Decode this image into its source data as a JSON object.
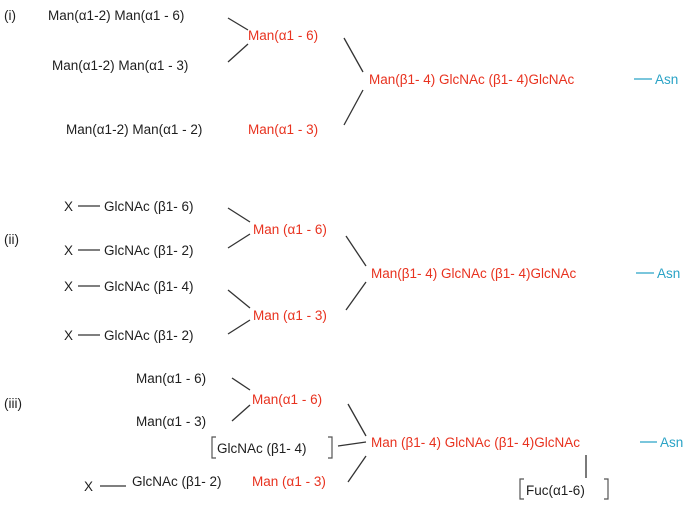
{
  "colors": {
    "text": "#1e1e1e",
    "core": "#e8321f",
    "asn": "#2aa3c6"
  },
  "panels": {
    "i": {
      "label": "(i)",
      "branch_top": "Man(α1-2) Man(α1 - 6)",
      "branch_mid": "Man(α1-2) Man(α1 - 3)",
      "branch_low": "Man(α1-2) Man(α1 - 2)",
      "core_a16": "Man(α1 - 6)",
      "core_a13": "Man(α1 - 3)",
      "core_chain": "Man(β1- 4) GlcNAc (β1- 4)GlcNAc",
      "asn": "Asn"
    },
    "ii": {
      "label": "(ii)",
      "branch1_x": "X",
      "branch1": "GlcNAc (β1- 6)",
      "branch2_x": "X",
      "branch2": "GlcNAc (β1- 2)",
      "branch3_x": "X",
      "branch3": "GlcNAc (β1- 4)",
      "branch4_x": "X",
      "branch4": "GlcNAc (β1- 2)",
      "core_a16": "Man (α1 - 6)",
      "core_a13": "Man (α1 - 3)",
      "core_chain": "Man(β1- 4) GlcNAc (β1- 4)GlcNAc",
      "asn": "Asn"
    },
    "iii": {
      "label": "(iii)",
      "branch_a16": "Man(α1 - 6)",
      "branch_a13": "Man(α1 - 3)",
      "core_a16": "Man(α1 - 6)",
      "bisect": "GlcNAc (β1- 4)",
      "core_chain": "Man (β1- 4) GlcNAc (β1- 4)GlcNAc",
      "asn": "Asn",
      "branch_x": "X",
      "branch_glcnac": "GlcNAc (β1- 2)",
      "core_a13": "Man (α1 - 3)",
      "fuc": "Fuc(α1-6)"
    }
  }
}
